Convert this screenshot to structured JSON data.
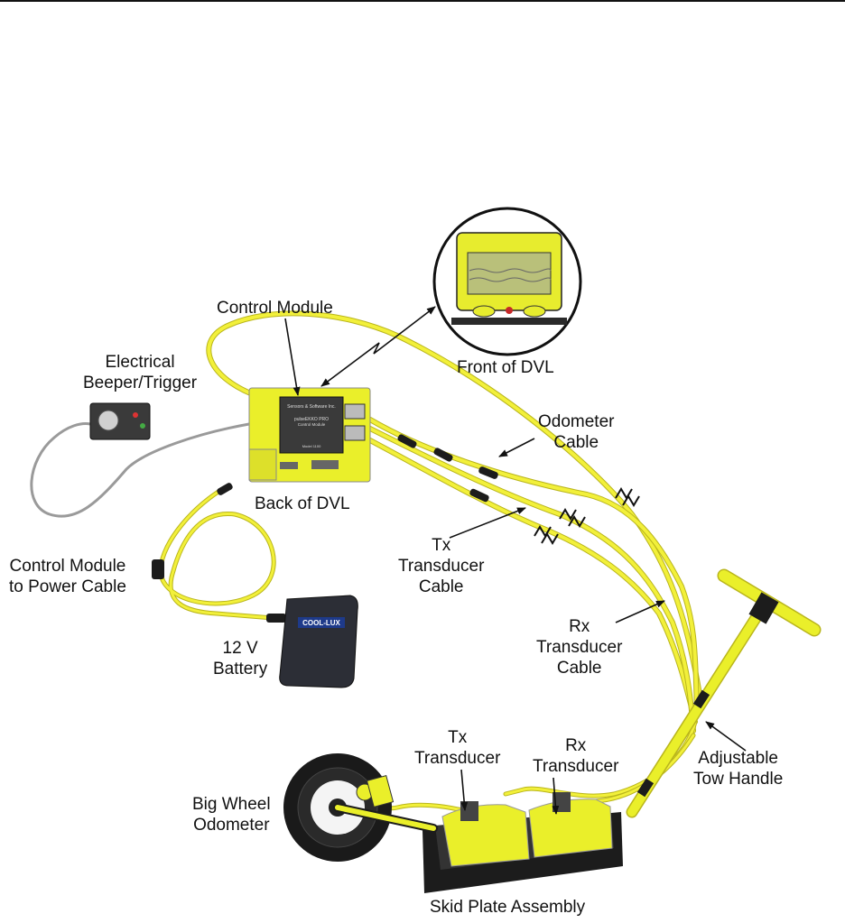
{
  "colors": {
    "cable": "#f2f03a",
    "cable_edge": "#b9b51c",
    "equipment": "#eaef2a",
    "equipment_shade": "#c8cb16",
    "dark": "#1c1c1c",
    "grey_cable": "#9a9a9a",
    "screen": "#b9c07a"
  },
  "icons": {
    "front_display": "device-front-icon",
    "back_panel": "device-back-icon",
    "battery": "battery-pack-icon",
    "beeper": "beeper-trigger-icon",
    "wheel": "wheel-icon",
    "skid_plate": "skid-plate-icon",
    "handle": "tow-handle-icon",
    "wireless_link": "zigzag-link-icon"
  },
  "device_text": {
    "brand": "Sensors & Software Inc.",
    "product": "pulseEKKO PRO",
    "subtitle": "Control Module",
    "model": "Model 1100",
    "battery_brand": "COOL-LUX"
  },
  "labels": {
    "control_module": "Control Module",
    "front_of_dvl": "Front of DVL",
    "electrical_beeper": [
      "Electrical",
      "Beeper/Trigger"
    ],
    "back_of_dvl": "Back of DVL",
    "odometer_cable": [
      "Odometer",
      "Cable"
    ],
    "tx_transducer_cable": [
      "Tx",
      "Transducer",
      "Cable"
    ],
    "control_module_power_cable": [
      "Control Module",
      "to Power Cable"
    ],
    "battery": [
      "12 V",
      "Battery"
    ],
    "rx_transducer_cable": [
      "Rx",
      "Transducer",
      "Cable"
    ],
    "tx_transducer": [
      "Tx",
      "Transducer"
    ],
    "rx_transducer": [
      "Rx",
      "Transducer"
    ],
    "adjustable_tow_handle": [
      "Adjustable",
      "Tow Handle"
    ],
    "big_wheel_odometer": [
      "Big Wheel",
      "Odometer"
    ],
    "skid_plate_assembly": "Skid Plate Assembly"
  }
}
